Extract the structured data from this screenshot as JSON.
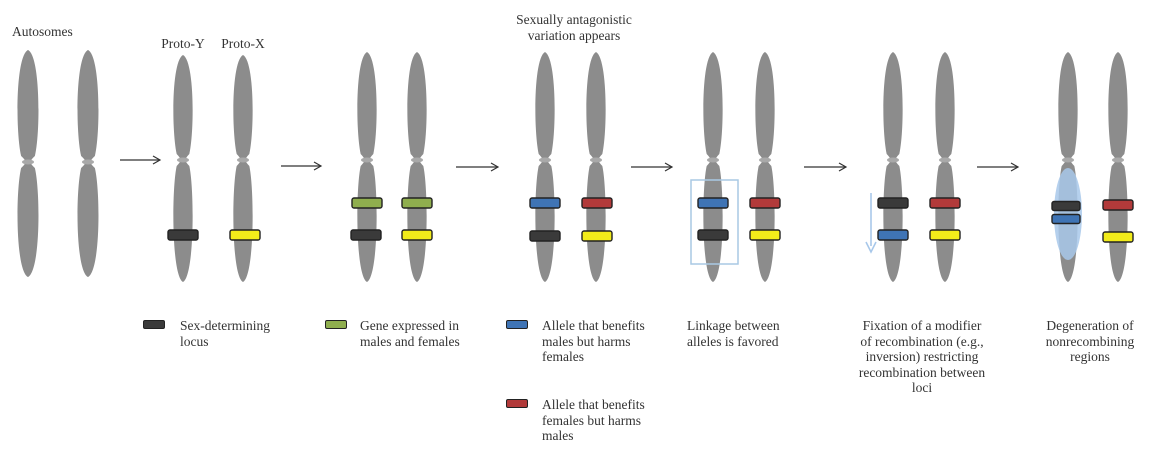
{
  "stage_labels": {
    "autosomes": "Autosomes",
    "proto_y": "Proto-Y",
    "proto_x": "Proto-X",
    "sexually_antagonistic": "Sexually antagonistic\nvariation appears"
  },
  "legend": {
    "sex_determining": "Sex-determining\nlocus",
    "gene_expressed": "Gene expressed in\nmales and females",
    "allele_benefits_males": "Allele that benefits\nmales but harms\nfemales",
    "allele_benefits_females": "Allele that benefits\nfemales but harms\nmales"
  },
  "step_captions": {
    "linkage": "Linkage between\nalleles is favored",
    "fixation": "Fixation of a modifier\nof recombination (e.g.,\ninversion) restricting\nrecombination between\nloci",
    "degeneration": "Degeneration of\nnonrecombining\nregions"
  },
  "colors": {
    "chromosome": "#8c8c8c",
    "sex_determining": "#3a3a3a",
    "gene_expressed": "#8fae4e",
    "allele_male": "#3f74b5",
    "allele_female": "#b23a3a",
    "sex_locus_x": "#f2ec1a",
    "linkage_box": "#a9c9e4",
    "degeneration_region": "#a8c8ea",
    "arrow": "#333333"
  }
}
